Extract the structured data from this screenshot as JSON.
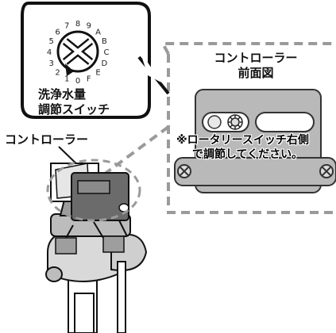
{
  "callout": {
    "line1": "洗浄水量",
    "line2": "調節スイッチ"
  },
  "controller_label": "コントローラー",
  "front_view": {
    "line1": "コントローラー",
    "line2": "前面図"
  },
  "note": {
    "line1": "※ロータリースイッチ右側",
    "line2": "で調節してください。"
  },
  "dial_digits": [
    "0",
    "1",
    "2",
    "3",
    "4",
    "5",
    "6",
    "7",
    "8",
    "9",
    "A",
    "B",
    "C",
    "D",
    "E",
    "F"
  ],
  "colors": {
    "outline": "#111111",
    "controller_body": "#6b6b6b",
    "panel_gray": "#b9b9b9",
    "dashed": "#9a9a9a",
    "callout_bg": "#ffffff"
  }
}
